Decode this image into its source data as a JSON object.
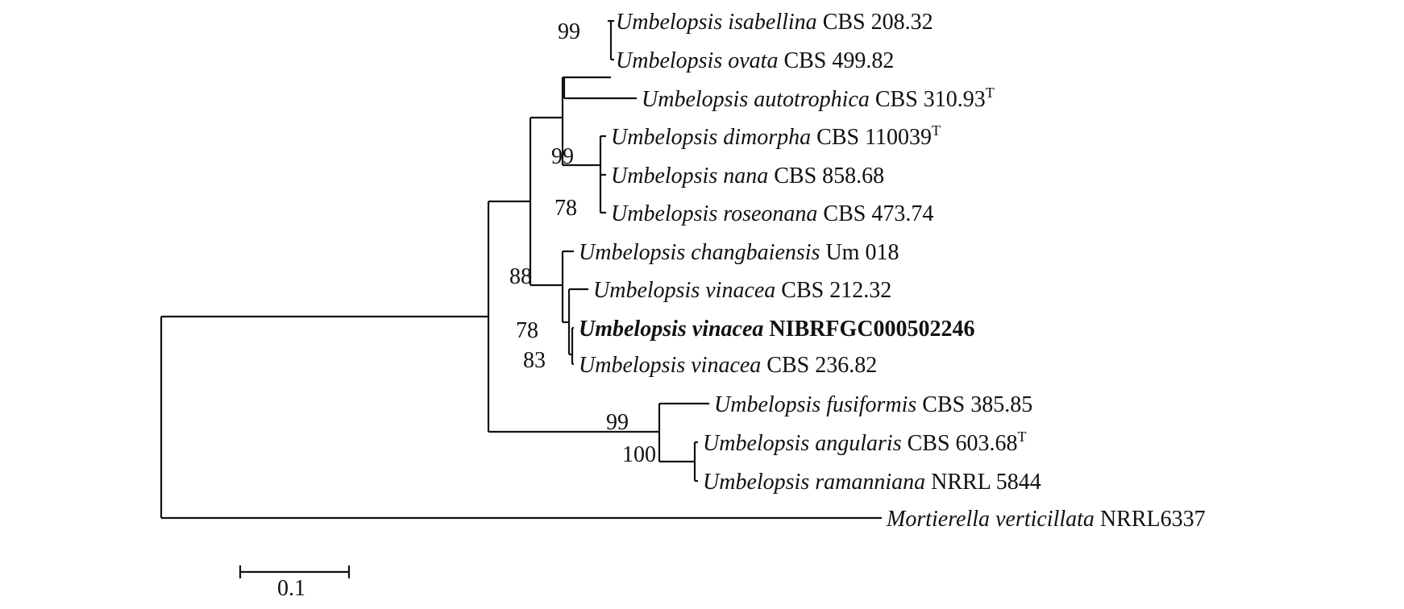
{
  "tips": [
    {
      "genus": "Umbelopsis",
      "species": "isabellina",
      "strain": "CBS 208.32",
      "type_strain": false,
      "bold": false
    },
    {
      "genus": "Umbelopsis",
      "species": "ovata",
      "strain": "CBS 499.82",
      "type_strain": false,
      "bold": false
    },
    {
      "genus": "Umbelopsis",
      "species": "autotrophica",
      "strain": "CBS 310.93",
      "type_strain": true,
      "bold": false
    },
    {
      "genus": "Umbelopsis",
      "species": "dimorpha",
      "strain": "CBS 110039",
      "type_strain": true,
      "bold": false
    },
    {
      "genus": "Umbelopsis",
      "species": "nana",
      "strain": "CBS 858.68",
      "type_strain": false,
      "bold": false
    },
    {
      "genus": "Umbelopsis",
      "species": "roseonana",
      "strain": "CBS 473.74",
      "type_strain": false,
      "bold": false
    },
    {
      "genus": "Umbelopsis",
      "species": "changbaiensis",
      "strain": "Um 018",
      "type_strain": false,
      "bold": false
    },
    {
      "genus": "Umbelopsis",
      "species": "vinacea",
      "strain": "CBS 212.32",
      "type_strain": false,
      "bold": false
    },
    {
      "genus": "Umbelopsis",
      "species": "vinacea",
      "strain": "NIBRFGC000502246",
      "type_strain": false,
      "bold": true
    },
    {
      "genus": "Umbelopsis",
      "species": "vinacea",
      "strain": "CBS 236.82",
      "type_strain": false,
      "bold": false
    },
    {
      "genus": "Umbelopsis",
      "species": "fusiformis",
      "strain": "CBS 385.85",
      "type_strain": false,
      "bold": false
    },
    {
      "genus": "Umbelopsis",
      "species": "angularis",
      "strain": "CBS 603.68",
      "type_strain": true,
      "bold": false
    },
    {
      "genus": "Umbelopsis",
      "species": "ramanniana",
      "strain": "NRRL 5844",
      "type_strain": false,
      "bold": false
    },
    {
      "genus": "Mortierella",
      "species": "verticillata",
      "strain": "NRRL6337",
      "type_strain": false,
      "bold": false
    }
  ],
  "type_marker": "T",
  "bootstrap_values": [
    "99",
    "99",
    "78",
    "88",
    "78",
    "83",
    "99",
    "100"
  ],
  "scale_bar": {
    "label": "0.1",
    "length": 0.1
  },
  "colors": {
    "line": "#111111",
    "text": "#111111",
    "background": "#ffffff"
  }
}
